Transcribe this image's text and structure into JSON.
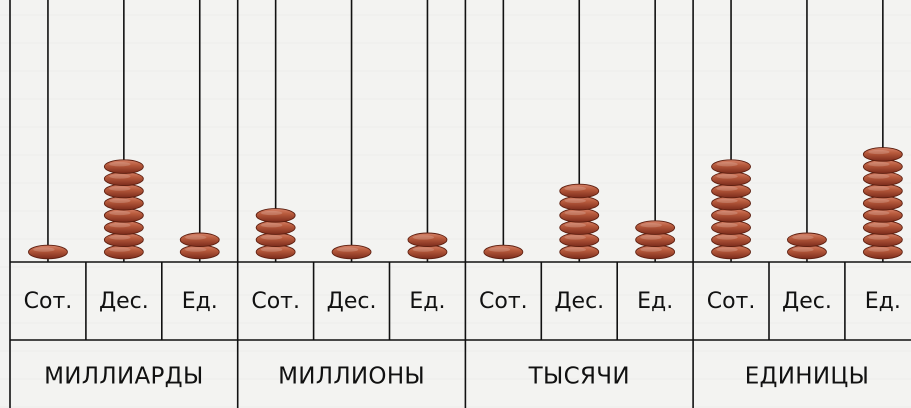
{
  "diagram": {
    "groups": [
      {
        "name": "МИЛЛИАРДЫ",
        "places": [
          {
            "label": "Сот.",
            "beads": 1
          },
          {
            "label": "Дес.",
            "beads": 8
          },
          {
            "label": "Ед.",
            "beads": 2
          }
        ]
      },
      {
        "name": "МИЛЛИОНЫ",
        "places": [
          {
            "label": "Сот.",
            "beads": 4
          },
          {
            "label": "Дес.",
            "beads": 1
          },
          {
            "label": "Ед.",
            "beads": 2
          }
        ]
      },
      {
        "name": "ТЫСЯЧИ",
        "places": [
          {
            "label": "Сот.",
            "beads": 1
          },
          {
            "label": "Дес.",
            "beads": 6
          },
          {
            "label": "Ед.",
            "beads": 3
          }
        ]
      },
      {
        "name": "ЕДИНИЦЫ",
        "places": [
          {
            "label": "Сот.",
            "beads": 8
          },
          {
            "label": "Дес.",
            "beads": 2
          },
          {
            "label": "Ед.",
            "beads": 9
          }
        ]
      }
    ],
    "colors": {
      "bead": "#b85b3d",
      "bead_dark": "#7b2b1b",
      "line": "#111111",
      "background": "#f3f3f1"
    }
  }
}
